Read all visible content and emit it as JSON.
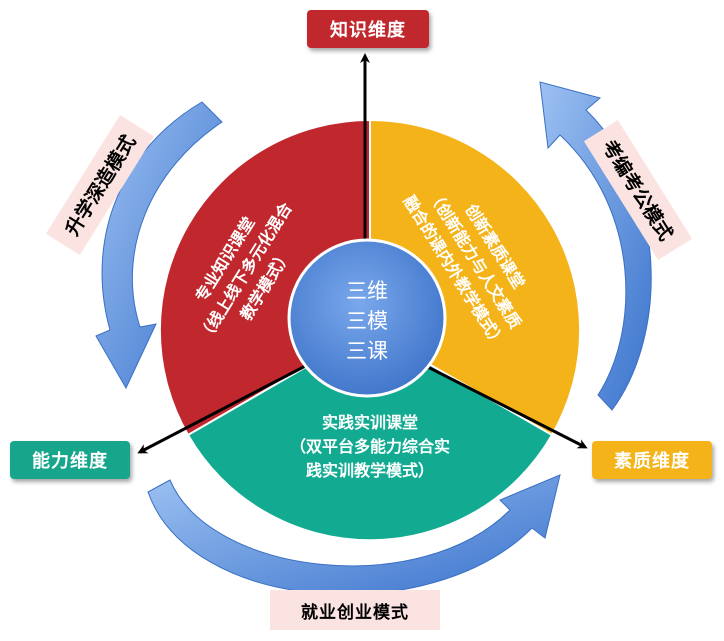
{
  "dimensions": {
    "knowledge": "知识维度",
    "ability": "能力维度",
    "quality": "素质维度"
  },
  "modes": {
    "further_study": "升学深造模式",
    "civil_service": "考编考公模式",
    "employment": "就业创业模式"
  },
  "center": [
    "三维",
    "三模",
    "三课"
  ],
  "sectors": {
    "red": [
      "专业知识课堂",
      "（线上线下多元化混合",
      "教学模式）"
    ],
    "yellow": [
      "创新素质课堂",
      "（创新能力与人文素质",
      "融合的课内外教学模式）"
    ],
    "teal": [
      "实践实训课堂",
      "（双平台多能力综合实",
      "践实训教学模式）"
    ]
  },
  "colors": {
    "red": "#c0282d",
    "yellow": "#f5b31a",
    "teal": "#12ab92",
    "center": "#4f86d9",
    "arrow": "#4a84d8",
    "knowledge_box": "#c0282d",
    "ability_box": "#17a58c",
    "quality_box": "#f5b31a",
    "mode_box": "#fbe3e1"
  }
}
